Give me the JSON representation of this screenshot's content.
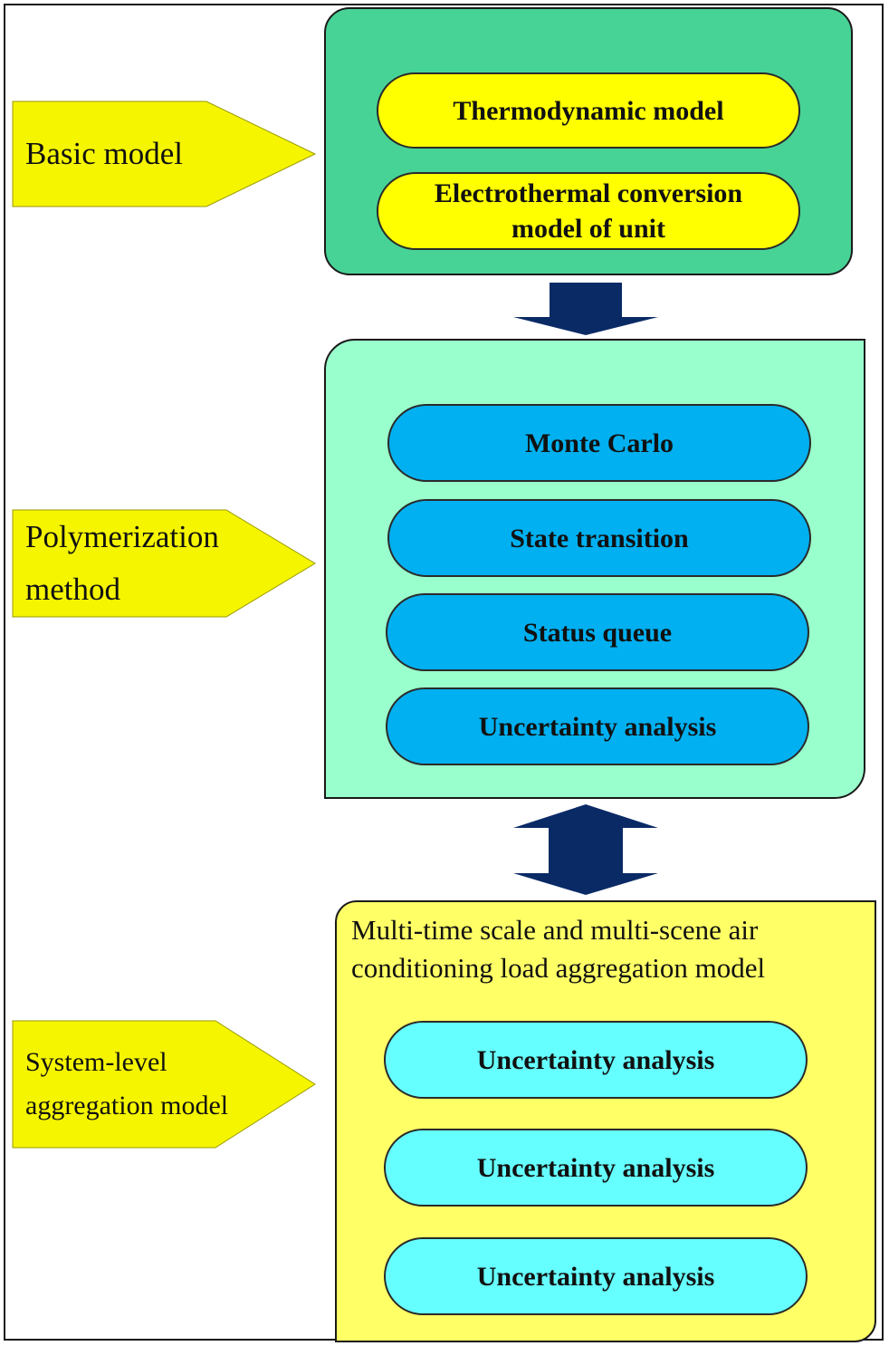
{
  "stages": [
    {
      "label_lines": [
        "Basic model"
      ],
      "items": [
        {
          "lines": [
            "Thermodynamic model"
          ]
        },
        {
          "lines": [
            "Electrothermal conversion",
            "model of unit"
          ]
        }
      ]
    },
    {
      "label_lines": [
        "Polymerization",
        "method"
      ],
      "items": [
        {
          "lines": [
            "Monte Carlo"
          ]
        },
        {
          "lines": [
            "State transition"
          ]
        },
        {
          "lines": [
            "Status queue"
          ]
        },
        {
          "lines": [
            "Uncertainty analysis"
          ]
        }
      ]
    },
    {
      "label_lines": [
        "System-level",
        "aggregation model"
      ],
      "title_lines": [
        "Multi-time scale and multi-scene air",
        "conditioning load aggregation model"
      ],
      "items": [
        {
          "lines": [
            "Uncertainty analysis"
          ]
        },
        {
          "lines": [
            "Uncertainty analysis"
          ]
        },
        {
          "lines": [
            "Uncertainty analysis"
          ]
        }
      ]
    }
  ],
  "connectors": [
    "arrow-down",
    "arrow-double"
  ],
  "colors": {
    "label_arrow": "#f5f500",
    "panel1_bg": "#47d396",
    "panel1_pill": "#ffff00",
    "panel2_bg": "#99ffcc",
    "panel2_pill": "#00b0f0",
    "panel3_bg": "#ffff66",
    "panel3_pill": "#66ffff",
    "connector": "#0a2a66"
  }
}
